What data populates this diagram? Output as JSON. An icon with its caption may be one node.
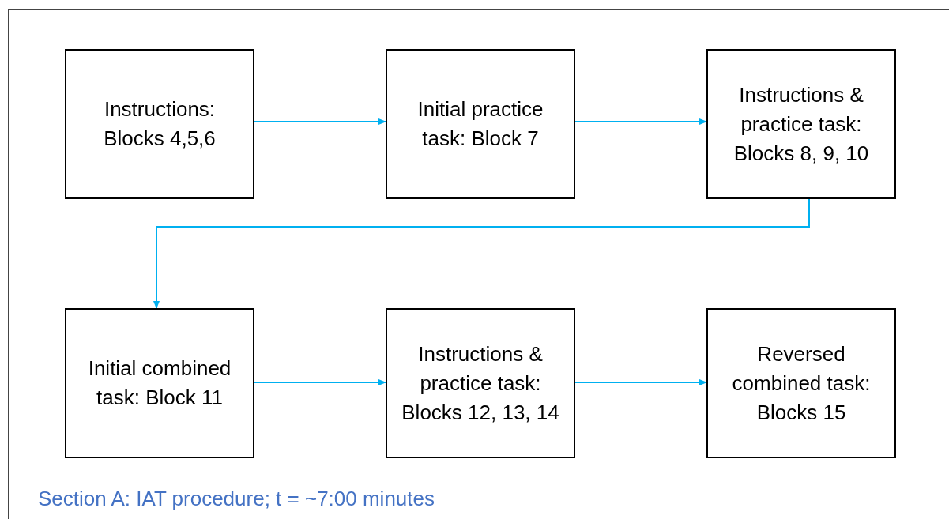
{
  "diagram": {
    "caption": "Section A: IAT procedure; t = ~7:00 minutes",
    "nodes": [
      {
        "text": [
          "Instructions: Blocks 4,5,6"
        ]
      },
      {
        "text": [
          "Initial practice task: Block 7"
        ]
      },
      {
        "text": [
          "Instructions & practice task: Blocks 8, 9, 10"
        ]
      },
      {
        "text": [
          "Initial combined task: Block 11"
        ]
      },
      {
        "text": [
          "Instructions & practice task: Blocks 12, 13, 14"
        ]
      },
      {
        "text": [
          "Reversed combined task: Blocks 15"
        ]
      }
    ],
    "edges": [
      {
        "from": 0,
        "to": 1,
        "arrow": "to"
      },
      {
        "from": 1,
        "to": 2,
        "arrow": "to"
      },
      {
        "from": 2,
        "to": 3,
        "arrow": "to"
      },
      {
        "from": 3,
        "to": 4,
        "arrow": "to"
      },
      {
        "from": 4,
        "to": 5,
        "arrow": "to"
      }
    ]
  }
}
